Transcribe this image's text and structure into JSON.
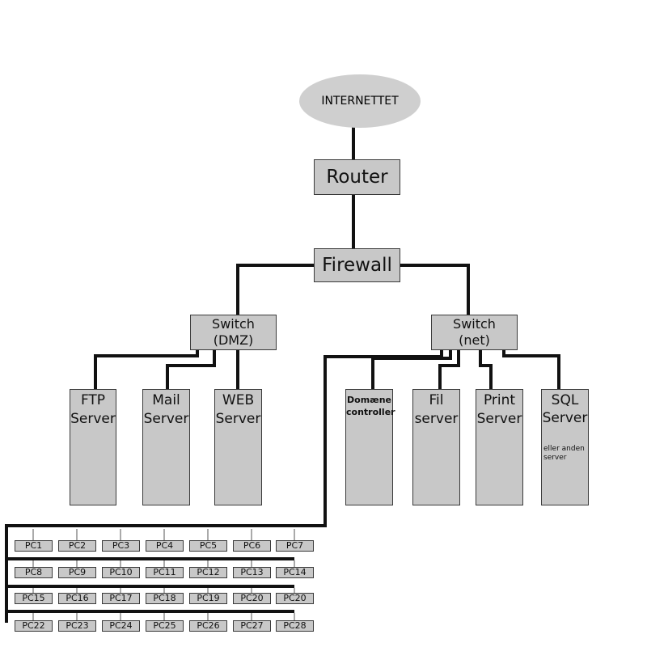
{
  "internet": "INTERNETTET",
  "router": "Router",
  "firewall": "Firewall",
  "switch_dmz": {
    "line1": "Switch",
    "line2": "(DMZ)"
  },
  "switch_net": {
    "line1": "Switch",
    "line2": "(net)"
  },
  "dmz_servers": [
    {
      "line1": "FTP",
      "line2": "Server"
    },
    {
      "line1": "Mail",
      "line2": "Server"
    },
    {
      "line1": "WEB",
      "line2": "Server"
    }
  ],
  "net_servers": [
    {
      "line1": "Domæne",
      "line2": "controller"
    },
    {
      "line1": "Fil",
      "line2": "server"
    },
    {
      "line1": "Print",
      "line2": "Server"
    },
    {
      "line1": "SQL",
      "line2": "Server",
      "note": "eller anden server"
    }
  ],
  "pcs": [
    [
      "PC1",
      "PC2",
      "PC3",
      "PC4",
      "PC5",
      "PC6",
      "PC7"
    ],
    [
      "PC8",
      "PC9",
      "PC10",
      "PC11",
      "PC12",
      "PC13",
      "PC14"
    ],
    [
      "PC15",
      "PC16",
      "PC17",
      "PC18",
      "PC19",
      "PC20",
      "PC20"
    ],
    [
      "PC22",
      "PC23",
      "PC24",
      "PC25",
      "PC26",
      "PC27",
      "PC28"
    ]
  ]
}
